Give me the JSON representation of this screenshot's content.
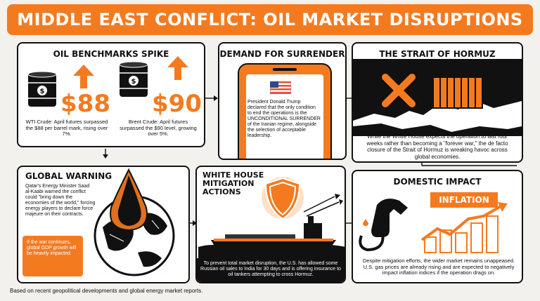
{
  "header": {
    "title": "MIDDLE EAST CONFLICT: OIL MARKET DISRUPTIONS"
  },
  "benchmarks": {
    "title": "OIL BENCHMARKS SPIKE",
    "wti_price": "$88",
    "wti_text": "WTI Crude: April futures surpassed the $88 per barrel mark, rising over 7%.",
    "brent_price": "$90",
    "brent_text": "Brent Crude: April futures surpassed the $90 level, growing over 5%."
  },
  "surrender": {
    "title": "DEMAND FOR SURRENDER",
    "text": "President Donald Trump declared that the only condition to end the operations is the UNCONDITIONAL SURRENDER of the Iranian regime, alongside the selection of acceptable leadership."
  },
  "hormuz": {
    "title": "THE STRAIT OF HORMUZ",
    "text": "While the White House expects the operation to last four weeks rather than becoming a \"forever war,\" the de facto closure of the Strait of Hormuz is wreaking havoc across global economies."
  },
  "global": {
    "title": "GLOBAL WARNING",
    "text": "Qatar's Energy Minister Saad al-Kaabi warned the conflict could \"bring down the economies of the world,\" forcing energy players to declare force majeure on their contracts.",
    "callout": "If the war continues, global GDP growth will be heavily impacted."
  },
  "whitehouse": {
    "title": "WHITE HOUSE MITIGATION ACTIONS",
    "text": "To prevent total market disruption, the U.S. has allowed some Russian oil sales to India for 30 days and is offering insurance to oil tankers attempting to cross Hormuz."
  },
  "domestic": {
    "title": "DOMESTIC IMPACT",
    "badge": "INFLATION",
    "text": "Despite mitigation efforts, the wider market remains unappeased. U.S. gas prices are already rising and are expected to negatively impact inflation indices if the operation drags on."
  },
  "footer": {
    "text": "Based on recent geopolitical developments and global energy market reports."
  },
  "colors": {
    "accent": "#f47a20",
    "ink": "#111111",
    "background": "#f3f1ee"
  },
  "icons": [
    "oil-barrel-icon",
    "up-arrow-icon",
    "phone-icon",
    "flag-icon",
    "cross-icon",
    "gate-icon",
    "oil-drop-icon",
    "globe-icon",
    "shield-icon",
    "tanker-ship-icon",
    "fuel-nozzle-icon",
    "bar-chart-icon"
  ]
}
